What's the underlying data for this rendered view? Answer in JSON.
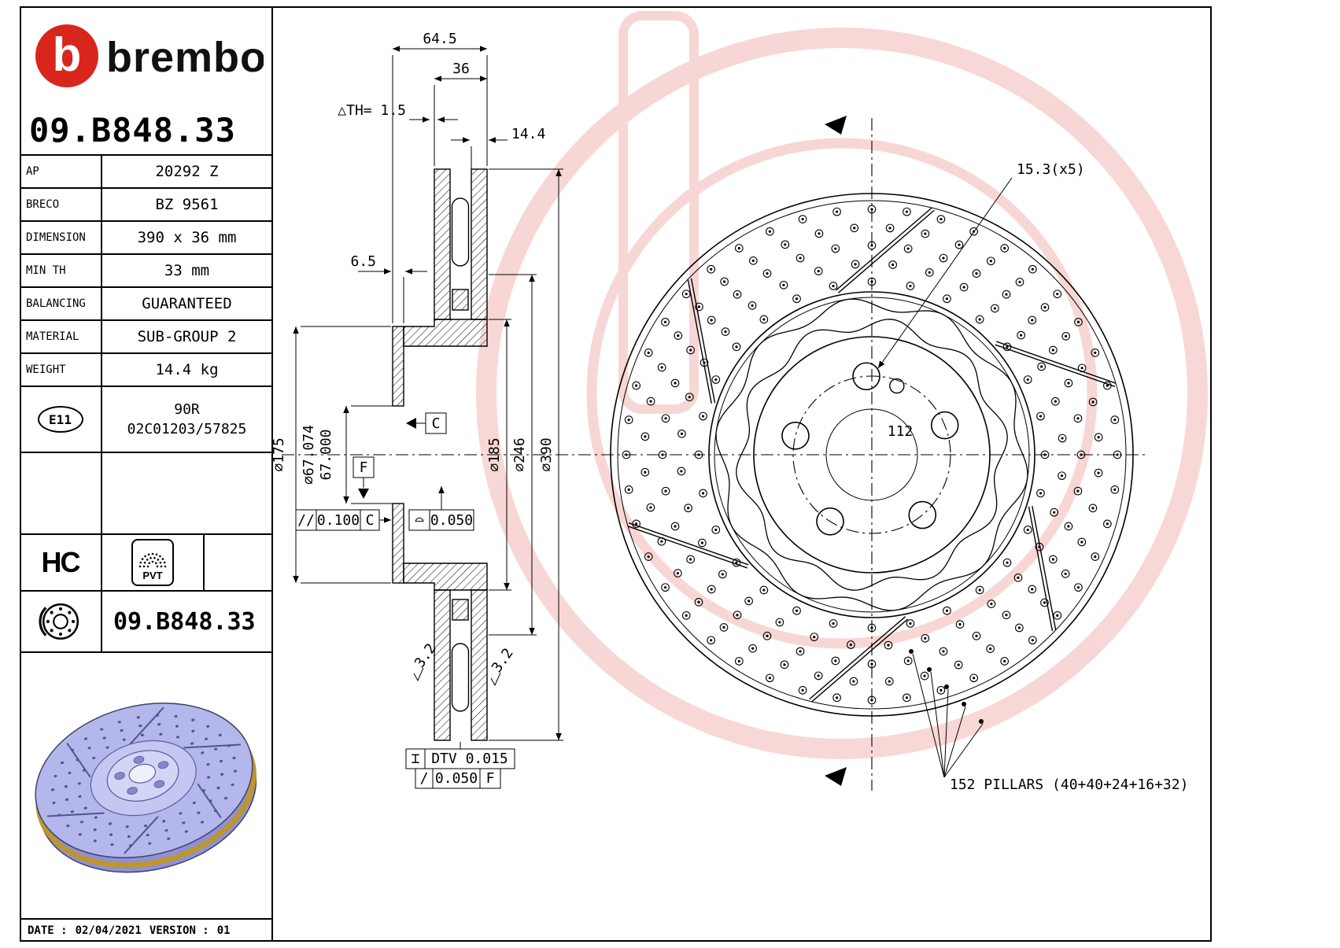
{
  "left_panel": {
    "brand": "brembo",
    "logo_letter": "b",
    "part_number": "09.B848.33",
    "rows": [
      {
        "label": "AP",
        "value": "20292 Z"
      },
      {
        "label": "BRECO",
        "value": "BZ 9561"
      },
      {
        "label": "DIMENSION",
        "value": "390 x 36 mm"
      },
      {
        "label": "MIN TH",
        "value": "33 mm"
      },
      {
        "label": "BALANCING",
        "value": "GUARANTEED"
      },
      {
        "label": "MATERIAL",
        "value": "SUB-GROUP 2"
      },
      {
        "label": "WEIGHT",
        "value": "14.4 kg"
      }
    ],
    "e11": {
      "badge": "E11",
      "line1": "90R",
      "line2": "02C01203/57825"
    },
    "hc_label": "HC",
    "pvt_label": "PVT",
    "disc_row_part_number": "09.B848.33",
    "footer": {
      "date_label": "DATE :",
      "date": "02/04/2021",
      "version_label": "VERSION :",
      "version": "01"
    }
  },
  "section_view": {
    "dim_overall_width": "64.5",
    "dim_disc_width": "36",
    "dim_min_th": "△TH= 1.5",
    "dim_hat_depth": "14.4",
    "dim_flange_th": "6.5",
    "dim_hat_od": "⌀175",
    "dim_bore_upper": "⌀67.074",
    "dim_bore_lower": "67.000",
    "dim_vent_id": "⌀185",
    "dim_friction_id": "⌀246",
    "dim_od": "⌀390",
    "tol_parallel_sym": "//",
    "tol_parallel_val": "0.100",
    "tol_parallel_datum": "C",
    "tol_flat_sym": "⌓",
    "tol_flat_val": "0.050",
    "datum_c": "C",
    "datum_f": "F",
    "tol_dtv_sym": "⌶",
    "tol_dtv_val": "DTV 0.015",
    "tol_runout_sym": "/",
    "tol_runout_val": "0.050",
    "tol_runout_datum": "F",
    "surface_finish": "3.2"
  },
  "front_view": {
    "dim_holes": "15.3(x5)",
    "dim_pcd": "112",
    "pillars_note": "152 PILLARS (40+40+24+16+32)"
  }
}
